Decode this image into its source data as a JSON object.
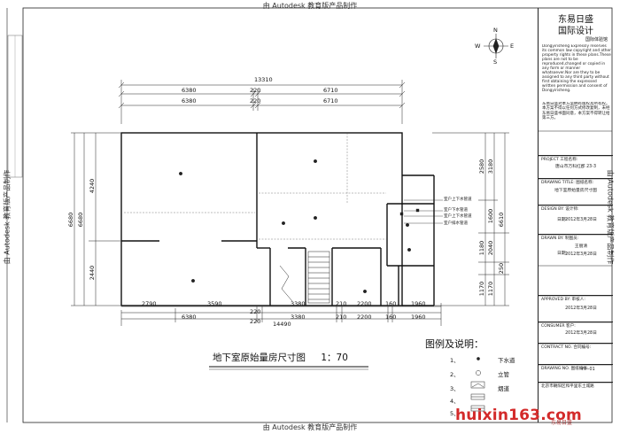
{
  "watermark": "由 Autodesk 教育版产品制作",
  "dims": {
    "top_total": "13310",
    "top_row1": [
      "6380",
      "220",
      "6710"
    ],
    "top_row2": [
      "6380",
      "220",
      "6710"
    ],
    "bottom_row1": [
      "2790",
      "3590",
      "3380",
      "210",
      "2200",
      "160",
      "1960"
    ],
    "bottom_row2": [
      "6380",
      "3380",
      "210",
      "2200",
      "160",
      "1960"
    ],
    "bottom_extra": [
      "220",
      "220"
    ],
    "bottom_total": "14490",
    "left_outer": "6680",
    "left_mid": "6680",
    "left_segments": [
      "4240",
      "2440"
    ],
    "right_outer": "6610",
    "right_col1": [
      "2580",
      "1180",
      "1170"
    ],
    "right_col2": [
      "3180",
      "1600",
      "2040",
      "1170"
    ],
    "right_small": "250"
  },
  "callouts": [
    "室户上下水管道",
    "室户下水管道",
    "室户上下水管道",
    "室户排水管道"
  ],
  "drawing_title": "地下室原始量房尺寸图",
  "scale": "1：70",
  "legend": {
    "title": "图例及说明：",
    "items": [
      {
        "num": "1、",
        "label": "下水道"
      },
      {
        "num": "2、",
        "label": "立管"
      },
      {
        "num": "3、",
        "label": "烟道"
      },
      {
        "num": "4、",
        "label": ""
      },
      {
        "num": "5、",
        "label": ""
      }
    ]
  },
  "title_block": {
    "company_line1": "东易日盛",
    "company_line2": "国际设计",
    "company_sub": "国际体验馆",
    "copyright_en": "Dongyirisheng Expressly reserves its common law copyright and other property rights in these plans.These plans are not to be reproduced,changed or copied in any form or manner whatsoever.Nor are they to be assigned to any third party without first obtaining the expressed written permission and consent of Dongyirisheng.",
    "copyright_cn": "东易日盛对本方案拥有版权及所有权。本方案不得以任何方式修改复制，未经东易日盛书面同意，本方案不得转让给第三方。",
    "project_label": "PROJECT 工程名称:",
    "project_value": "唐山市万科红郡 23-3",
    "drawing_title_label": "DRAWING TITLE: 图纸名称:",
    "drawing_title_value": "地下室原始量房尺寸图",
    "design_by_label": "DESIGN BY: 设计师:",
    "date_label": "日期:",
    "date_value": "2012年3月28日",
    "drawn_by_label": "DRAWN BY: 制图员:",
    "drawn_by_value": "王丽清",
    "approved_label": "APPROVED BY: 审核人:",
    "consumer_label": "CONSUMER 客户:",
    "contract_label": "CONTRACT NO. 合同编号:",
    "drawing_no_label": "DRAWING NO. 图纸编号:",
    "drawing_no_value": "YP--01",
    "address": "北京市朝阳区和平里东土城路"
  },
  "branding": {
    "site": "huixin163.com",
    "site_sub": "东易日盛"
  },
  "compass": [
    "N",
    "S",
    "E",
    "W"
  ]
}
